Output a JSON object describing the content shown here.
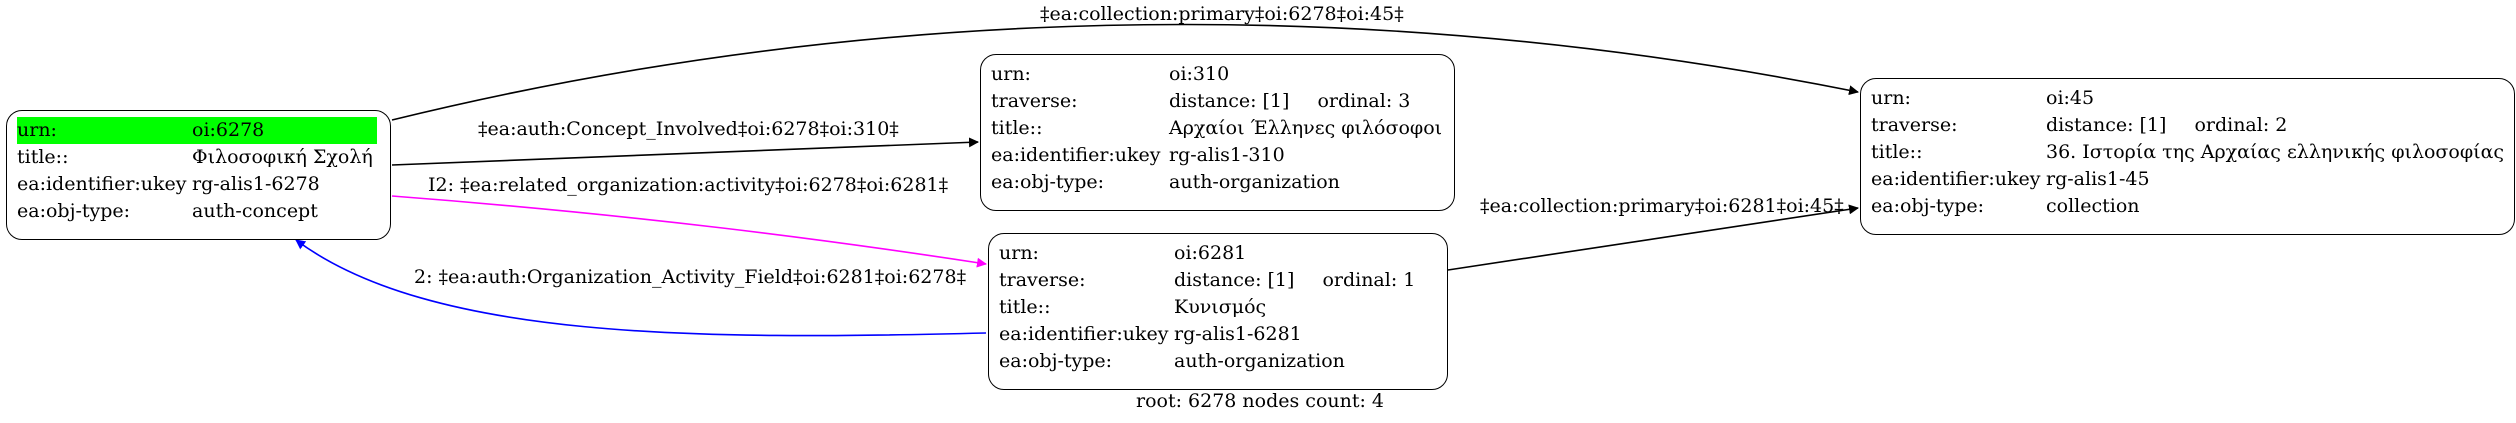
{
  "nodes": {
    "n6278": {
      "rows": [
        {
          "key": "urn:",
          "value": "oi:6278"
        },
        {
          "key": "title::",
          "value": "Φιλοσοφική Σχολή"
        },
        {
          "key": "ea:identifier:ukey",
          "value": "rg-alis1-6278"
        },
        {
          "key": "ea:obj-type:",
          "value": "auth-concept"
        }
      ]
    },
    "n310": {
      "rows": [
        {
          "key": "urn:",
          "value": "oi:310"
        },
        {
          "key": "traverse:",
          "value": "distance: [1]",
          "extra": "ordinal: 3"
        },
        {
          "key": "title::",
          "value": "Αρχαίοι Έλληνες φιλόσοφοι"
        },
        {
          "key": "ea:identifier:ukey",
          "value": "rg-alis1-310"
        },
        {
          "key": "ea:obj-type:",
          "value": "auth-organization"
        }
      ]
    },
    "n6281": {
      "rows": [
        {
          "key": "urn:",
          "value": "oi:6281"
        },
        {
          "key": "traverse:",
          "value": "distance: [1]",
          "extra": "ordinal: 1"
        },
        {
          "key": "title::",
          "value": "Κυνισμός"
        },
        {
          "key": "ea:identifier:ukey",
          "value": "rg-alis1-6281"
        },
        {
          "key": "ea:obj-type:",
          "value": "auth-organization"
        }
      ]
    },
    "n45": {
      "rows": [
        {
          "key": "urn:",
          "value": "oi:45"
        },
        {
          "key": "traverse:",
          "value": "distance: [1]",
          "extra": "ordinal: 2"
        },
        {
          "key": "title::",
          "value": "36. Ιστορία της Αρχαίας ελληνικής φιλοσοφίας"
        },
        {
          "key": "ea:identifier:ukey",
          "value": "rg-alis1-45"
        },
        {
          "key": "ea:obj-type:",
          "value": "collection"
        }
      ]
    }
  },
  "edges": {
    "e1": {
      "label": "‡ea:collection:primary‡oi:6278‡oi:45‡",
      "color": "#000000"
    },
    "e2": {
      "label": "‡ea:auth:Concept_Involved‡oi:6278‡oi:310‡",
      "color": "#000000"
    },
    "e3": {
      "label": "I2: ‡ea:related_organization:activity‡oi:6278‡oi:6281‡",
      "color": "#ff00ff"
    },
    "e4": {
      "label": "2: ‡ea:auth:Organization_Activity_Field‡oi:6281‡oi:6278‡",
      "color": "#0000ff"
    },
    "e5": {
      "label": "‡ea:collection:primary‡oi:6281‡oi:45‡",
      "color": "#000000"
    }
  },
  "footer": "root: 6278 nodes count: 4",
  "colors": {
    "highlight": "#00ff00"
  }
}
